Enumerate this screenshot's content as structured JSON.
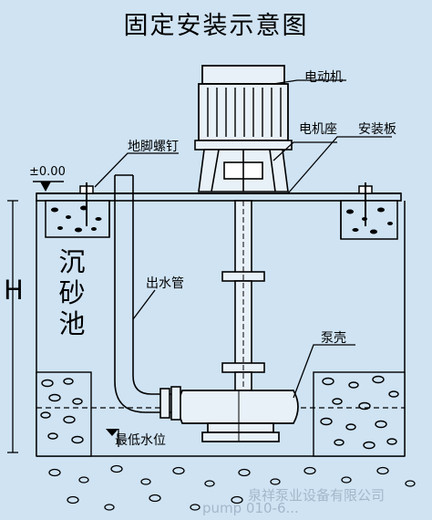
{
  "diagram": {
    "title": "固定安装示意图",
    "labels": {
      "motor": "电动机",
      "motor_seat": "电机座",
      "mount_plate": "安装板",
      "anchor_bolt": "地脚螺钉",
      "elevation": "±0.00",
      "height": "H",
      "sump": "沉砂池",
      "outlet_pipe": "出水管",
      "pump_casing": "泵壳",
      "min_water_level": "最低水位"
    },
    "watermark": {
      "line1": "泉祥泵业设备有限公司",
      "line2": "pump 010-6..."
    }
  }
}
